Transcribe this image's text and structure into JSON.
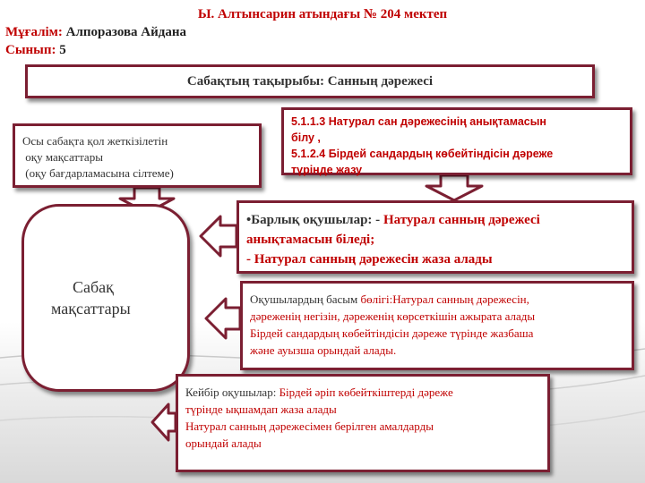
{
  "header": {
    "school": "Ы.  Алтынсарин атындағы  № 204 мектеп",
    "teacher_key": "Мұғалім:",
    "teacher_value": "Алпоразова Айдана",
    "class_key": "Сынып:",
    "class_value": "5"
  },
  "topic": "Сабақтың тақырыбы: Санның дәрежесі",
  "objectives_label": {
    "line1": "Осы сабақта қол жеткізілетін",
    "line2": " оқу мақсаттары",
    "line3": " (оқу бағдарламасына сілтеме)"
  },
  "codes": {
    "line1": "5.1.1.3 Натурал сан дәрежесінің анықтамасын",
    "line2": "білу ,",
    "line3": "5.1.2.4  Бірдей сандардың көбейтіндісін дәреже",
    "line4": "түрінде жазу"
  },
  "lesson_goals": {
    "line1": "Сабақ",
    "line2": "мақсаттары"
  },
  "all_students": {
    "lead": "•Барлық оқушылар: - ",
    "text1": "Натурал санның дәрежесі",
    "text2": "анықтамасын біледі;",
    "text3": "- Натурал санның  дәрежесін жаза алады"
  },
  "most_students": {
    "lead": "Оқушылардың  басым ",
    "line1": "бөлігі:Натурал санның дәрежесін,",
    "line2": "дәреженің негізін, дәреженің көрсеткішін ажырата алады",
    "line3": "Бірдей сандардың көбейтіндісін дәреже түрінде жазбаша",
    "line4": "және ауызша орындай алады."
  },
  "some_students": {
    "lead": "Кейбір оқушылар:",
    "line1": "   Бірдей әріп көбейткіштерді дәреже",
    "line2": "түрінде ықшамдап жаза алады",
    "line3": " Натурал санның дәрежесімен берілген амалдарды",
    "line4": "орындай алады"
  },
  "colors": {
    "accent_red": "#c00000",
    "border": "#7b1f32"
  }
}
